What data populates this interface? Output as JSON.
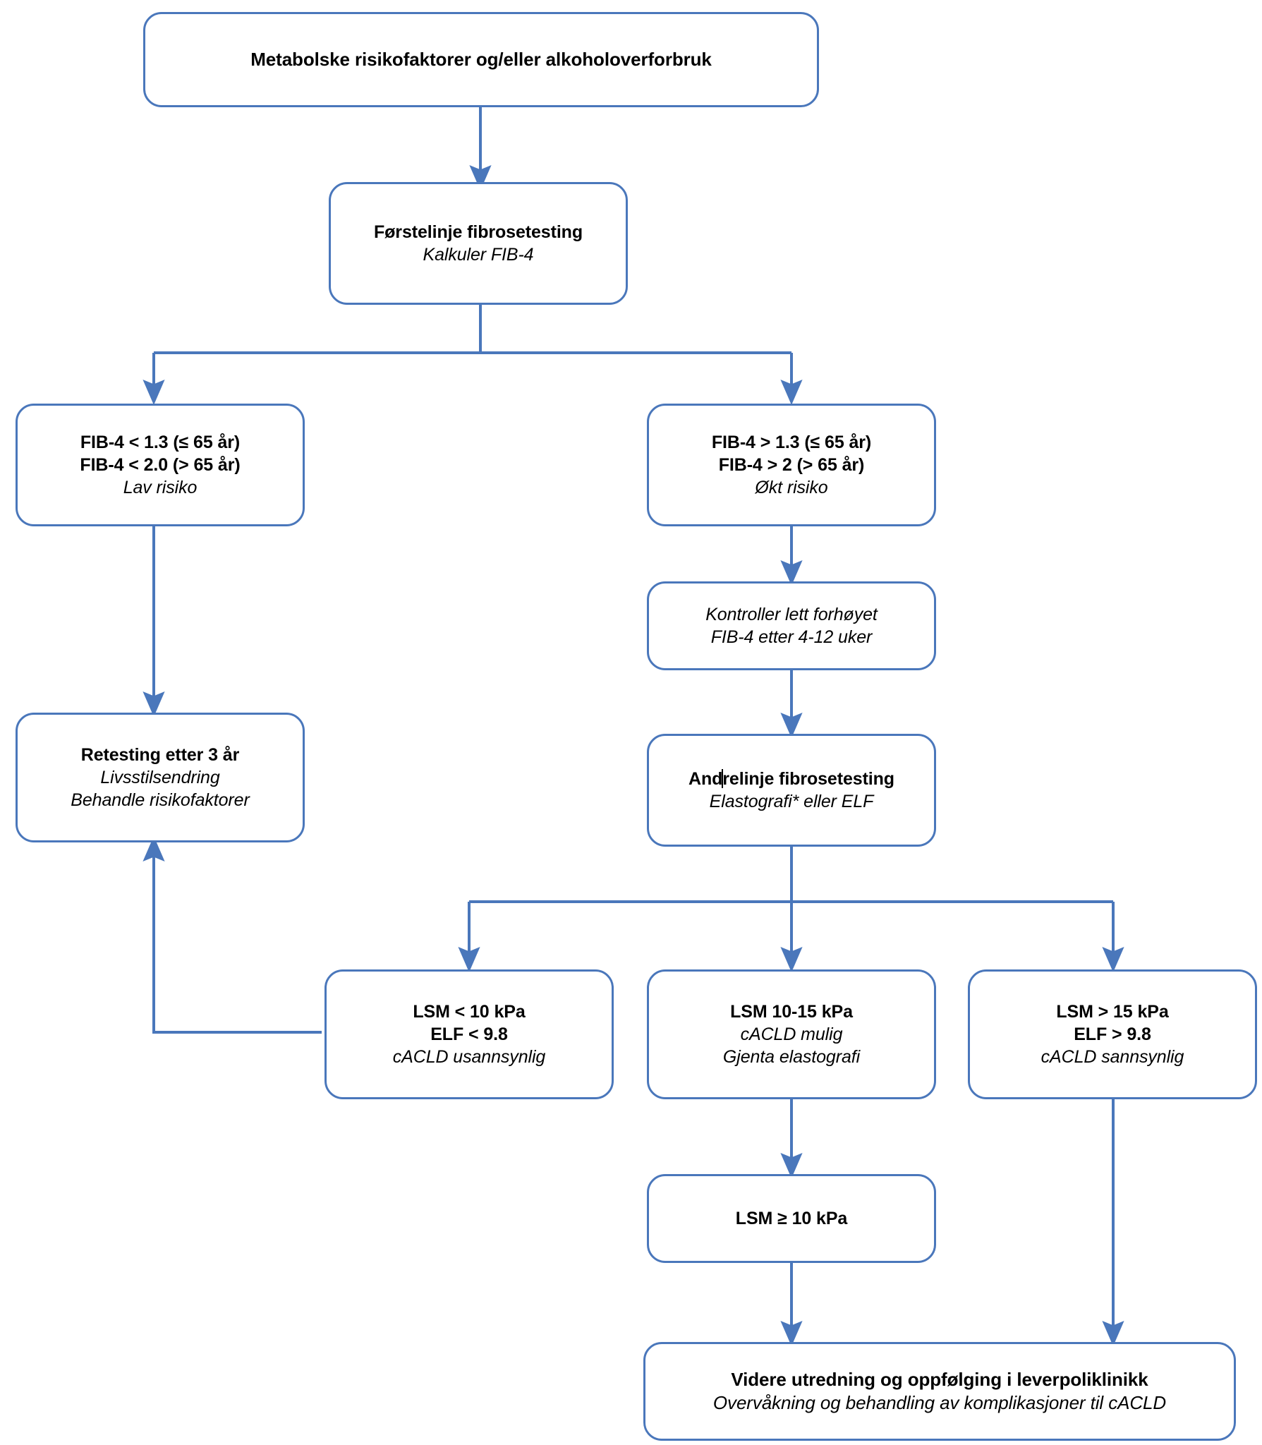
{
  "diagram": {
    "title": "Fibrosetesting algoritme",
    "accent_color": "#4a77bb",
    "text_color": "#000000",
    "background": "#ffffff"
  },
  "nodes": {
    "start": {
      "lines": [
        {
          "text": "Metabolske risikofaktorer og/eller alkoholoverforbruk",
          "style": "bold"
        }
      ]
    },
    "first_line_testing": {
      "lines": [
        {
          "text": "Førstelinje fibrosetesting",
          "style": "bold"
        },
        {
          "text": "Kalkuler FIB-4",
          "style": "italic"
        }
      ]
    },
    "low_risk": {
      "lines": [
        {
          "text": "FIB-4 < 1.3 (≤ 65 år)",
          "style": "bold"
        },
        {
          "text": "FIB-4 < 2.0 (> 65 år)",
          "style": "bold"
        },
        {
          "text": "Lav risiko",
          "style": "italic"
        }
      ]
    },
    "increased_risk": {
      "lines": [
        {
          "text": "FIB-4 > 1.3 (≤ 65 år)",
          "style": "bold"
        },
        {
          "text": "FIB-4 > 2 (> 65 år)",
          "style": "bold"
        },
        {
          "text": "Økt risiko",
          "style": "italic"
        }
      ]
    },
    "recheck": {
      "lines": [
        {
          "text": "Kontroller lett forhøyet",
          "style": "italic"
        },
        {
          "text": "FIB-4 etter 4-12 uker",
          "style": "italic"
        }
      ]
    },
    "retest_3yr": {
      "lines": [
        {
          "text": "Retesting etter 3 år",
          "style": "bold"
        },
        {
          "text": "Livsstilsendring",
          "style": "italic"
        },
        {
          "text": "Behandle risikofaktorer",
          "style": "italic"
        }
      ]
    },
    "second_line_testing": {
      "lines": [
        {
          "text_before_caret": "And",
          "text_after_caret": "relinje fibrosetesting",
          "style": "bold",
          "has_caret": true
        },
        {
          "text": "Elastografi* eller ELF",
          "style": "italic"
        }
      ]
    },
    "lsm_low": {
      "lines": [
        {
          "text": "LSM < 10 kPa",
          "style": "bold"
        },
        {
          "text": "ELF < 9.8",
          "style": "bold"
        },
        {
          "text": "cACLD usannsynlig",
          "style": "italic"
        }
      ]
    },
    "lsm_mid": {
      "lines": [
        {
          "text": "LSM 10-15 kPa",
          "style": "bold"
        },
        {
          "text": "cACLD mulig",
          "style": "italic"
        },
        {
          "text": "Gjenta elastografi",
          "style": "italic"
        }
      ]
    },
    "lsm_high": {
      "lines": [
        {
          "text": "LSM > 15 kPa",
          "style": "bold"
        },
        {
          "text": "ELF > 9.8",
          "style": "bold"
        },
        {
          "text": "cACLD sannsynlig",
          "style": "italic"
        }
      ]
    },
    "lsm_repeat": {
      "lines": [
        {
          "text": "LSM ≥ 10 kPa",
          "style": "bold"
        }
      ]
    },
    "referral": {
      "lines": [
        {
          "text": "Videre utredning og oppfølging i leverpoliklinikk",
          "style": "bold"
        },
        {
          "text": "Overvåkning og behandling av komplikasjoner til cACLD",
          "style": "italic"
        }
      ]
    }
  },
  "edges": [
    {
      "from": "start",
      "to": "first_line_testing"
    },
    {
      "from": "first_line_testing",
      "to": "low_risk"
    },
    {
      "from": "first_line_testing",
      "to": "increased_risk"
    },
    {
      "from": "low_risk",
      "to": "retest_3yr"
    },
    {
      "from": "increased_risk",
      "to": "recheck"
    },
    {
      "from": "recheck",
      "to": "second_line_testing"
    },
    {
      "from": "second_line_testing",
      "to": "lsm_low"
    },
    {
      "from": "second_line_testing",
      "to": "lsm_mid"
    },
    {
      "from": "second_line_testing",
      "to": "lsm_high"
    },
    {
      "from": "lsm_low",
      "to": "retest_3yr"
    },
    {
      "from": "lsm_mid",
      "to": "lsm_repeat"
    },
    {
      "from": "lsm_repeat",
      "to": "referral"
    },
    {
      "from": "lsm_high",
      "to": "referral"
    }
  ]
}
